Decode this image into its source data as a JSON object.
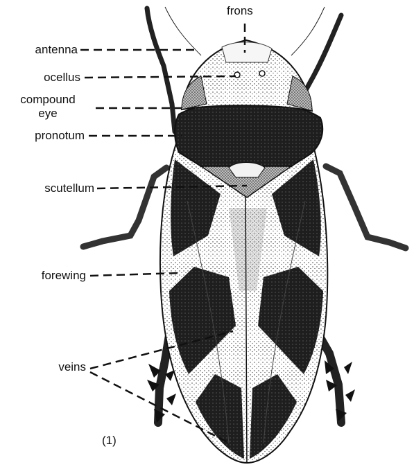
{
  "figure": {
    "number": "(1)",
    "labels": {
      "frons": "frons",
      "antenna": "antenna",
      "ocellus": "ocellus",
      "compound_eye_line1": "compound",
      "compound_eye_line2": "eye",
      "pronotum": "pronotum",
      "scutellum": "scutellum",
      "forewing": "forewing",
      "veins": "veins"
    }
  },
  "colors": {
    "ink": "#111111",
    "dark": "#1a1a1a",
    "mid": "#6b6b6b",
    "light": "#d9d9d9",
    "paper": "#ffffff"
  }
}
